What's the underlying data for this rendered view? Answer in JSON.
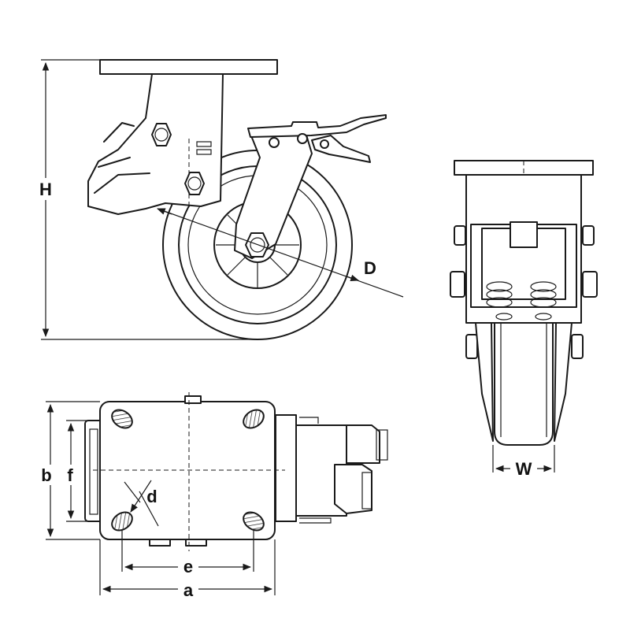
{
  "dimension_labels": {
    "H": "H",
    "D": "D",
    "W": "W",
    "b": "b",
    "f": "f",
    "d": "d",
    "e": "e",
    "a": "a"
  }
}
